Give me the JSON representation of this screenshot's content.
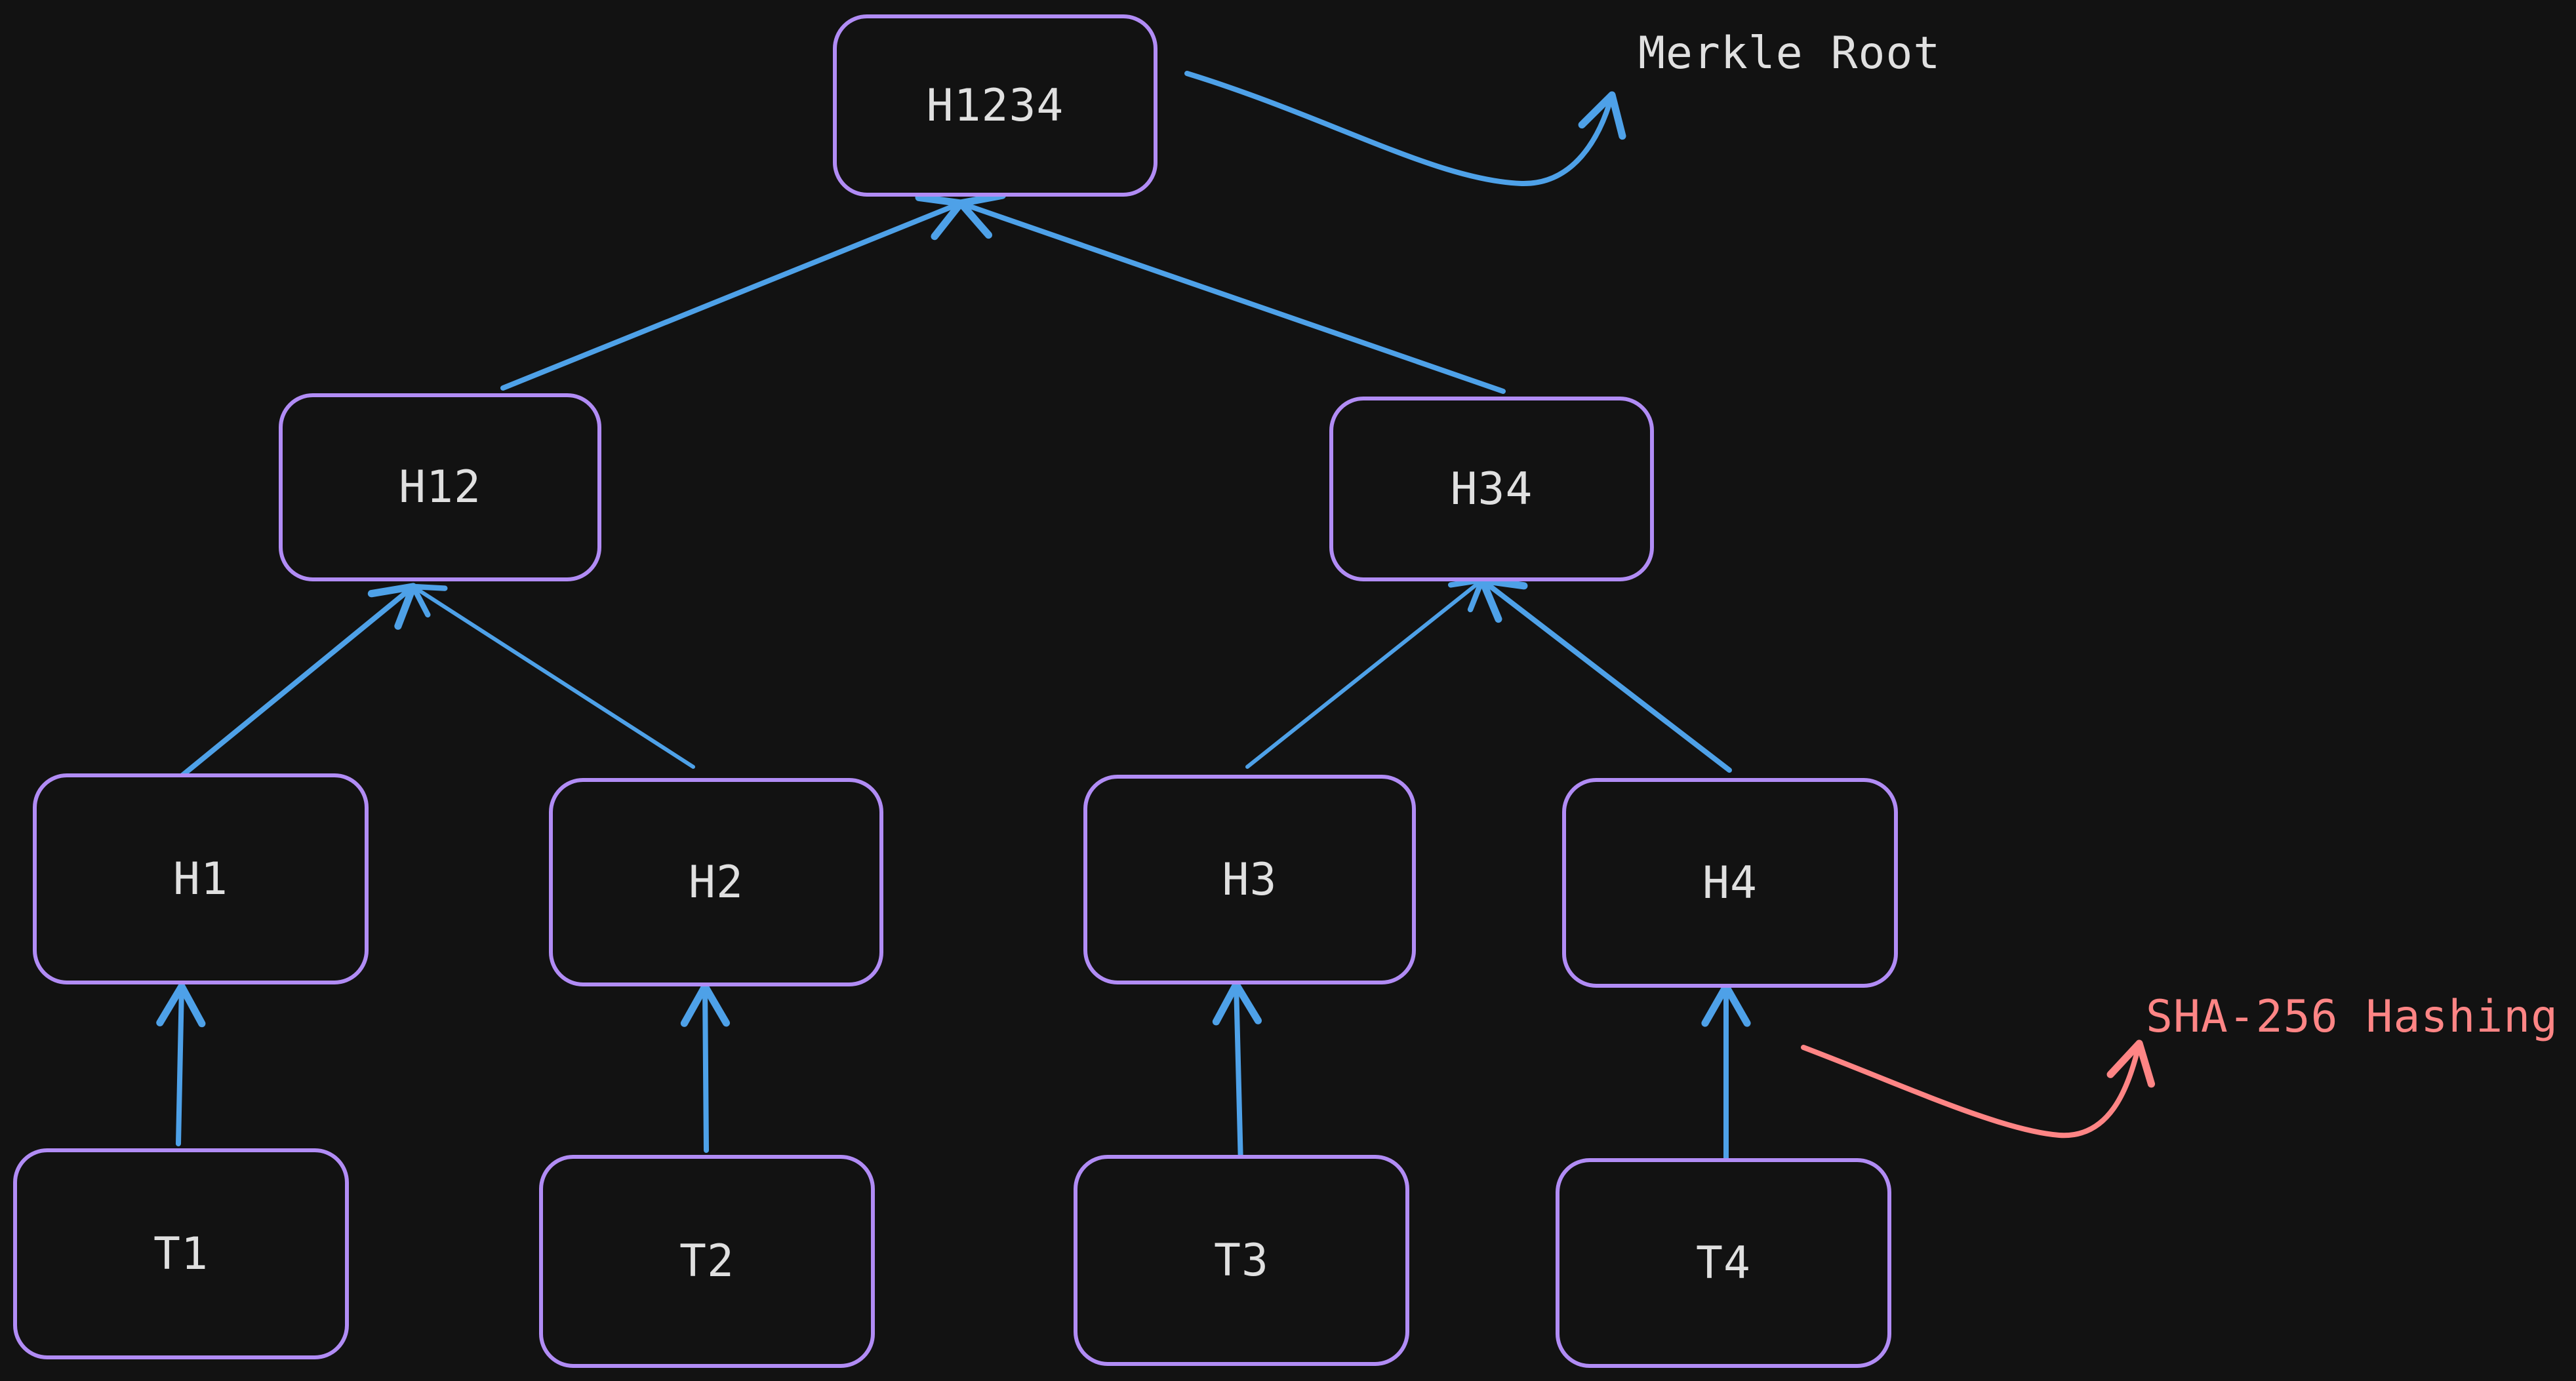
{
  "colors": {
    "background": "#121212",
    "node_border": "#b18cf5",
    "node_text": "#e0e0e0",
    "edge": "#4ea1e8",
    "annotation_root": "#e0e0e0",
    "annotation_hash": "#ff8585",
    "arrow_hash": "#ff8585"
  },
  "nodes": {
    "h1234": "H1234",
    "h12": "H12",
    "h34": "H34",
    "h1": "H1",
    "h2": "H2",
    "h3": "H3",
    "h4": "H4",
    "t1": "T1",
    "t2": "T2",
    "t3": "T3",
    "t4": "T4"
  },
  "edges": [
    {
      "from": "t1",
      "to": "h1"
    },
    {
      "from": "t2",
      "to": "h2"
    },
    {
      "from": "t3",
      "to": "h3"
    },
    {
      "from": "t4",
      "to": "h4"
    },
    {
      "from": "h1",
      "to": "h12"
    },
    {
      "from": "h2",
      "to": "h12"
    },
    {
      "from": "h3",
      "to": "h34"
    },
    {
      "from": "h4",
      "to": "h34"
    },
    {
      "from": "h12",
      "to": "h1234"
    },
    {
      "from": "h34",
      "to": "h1234"
    }
  ],
  "annotations": {
    "merkle_root": "Merkle Root",
    "sha256": "SHA-256 Hashing"
  }
}
